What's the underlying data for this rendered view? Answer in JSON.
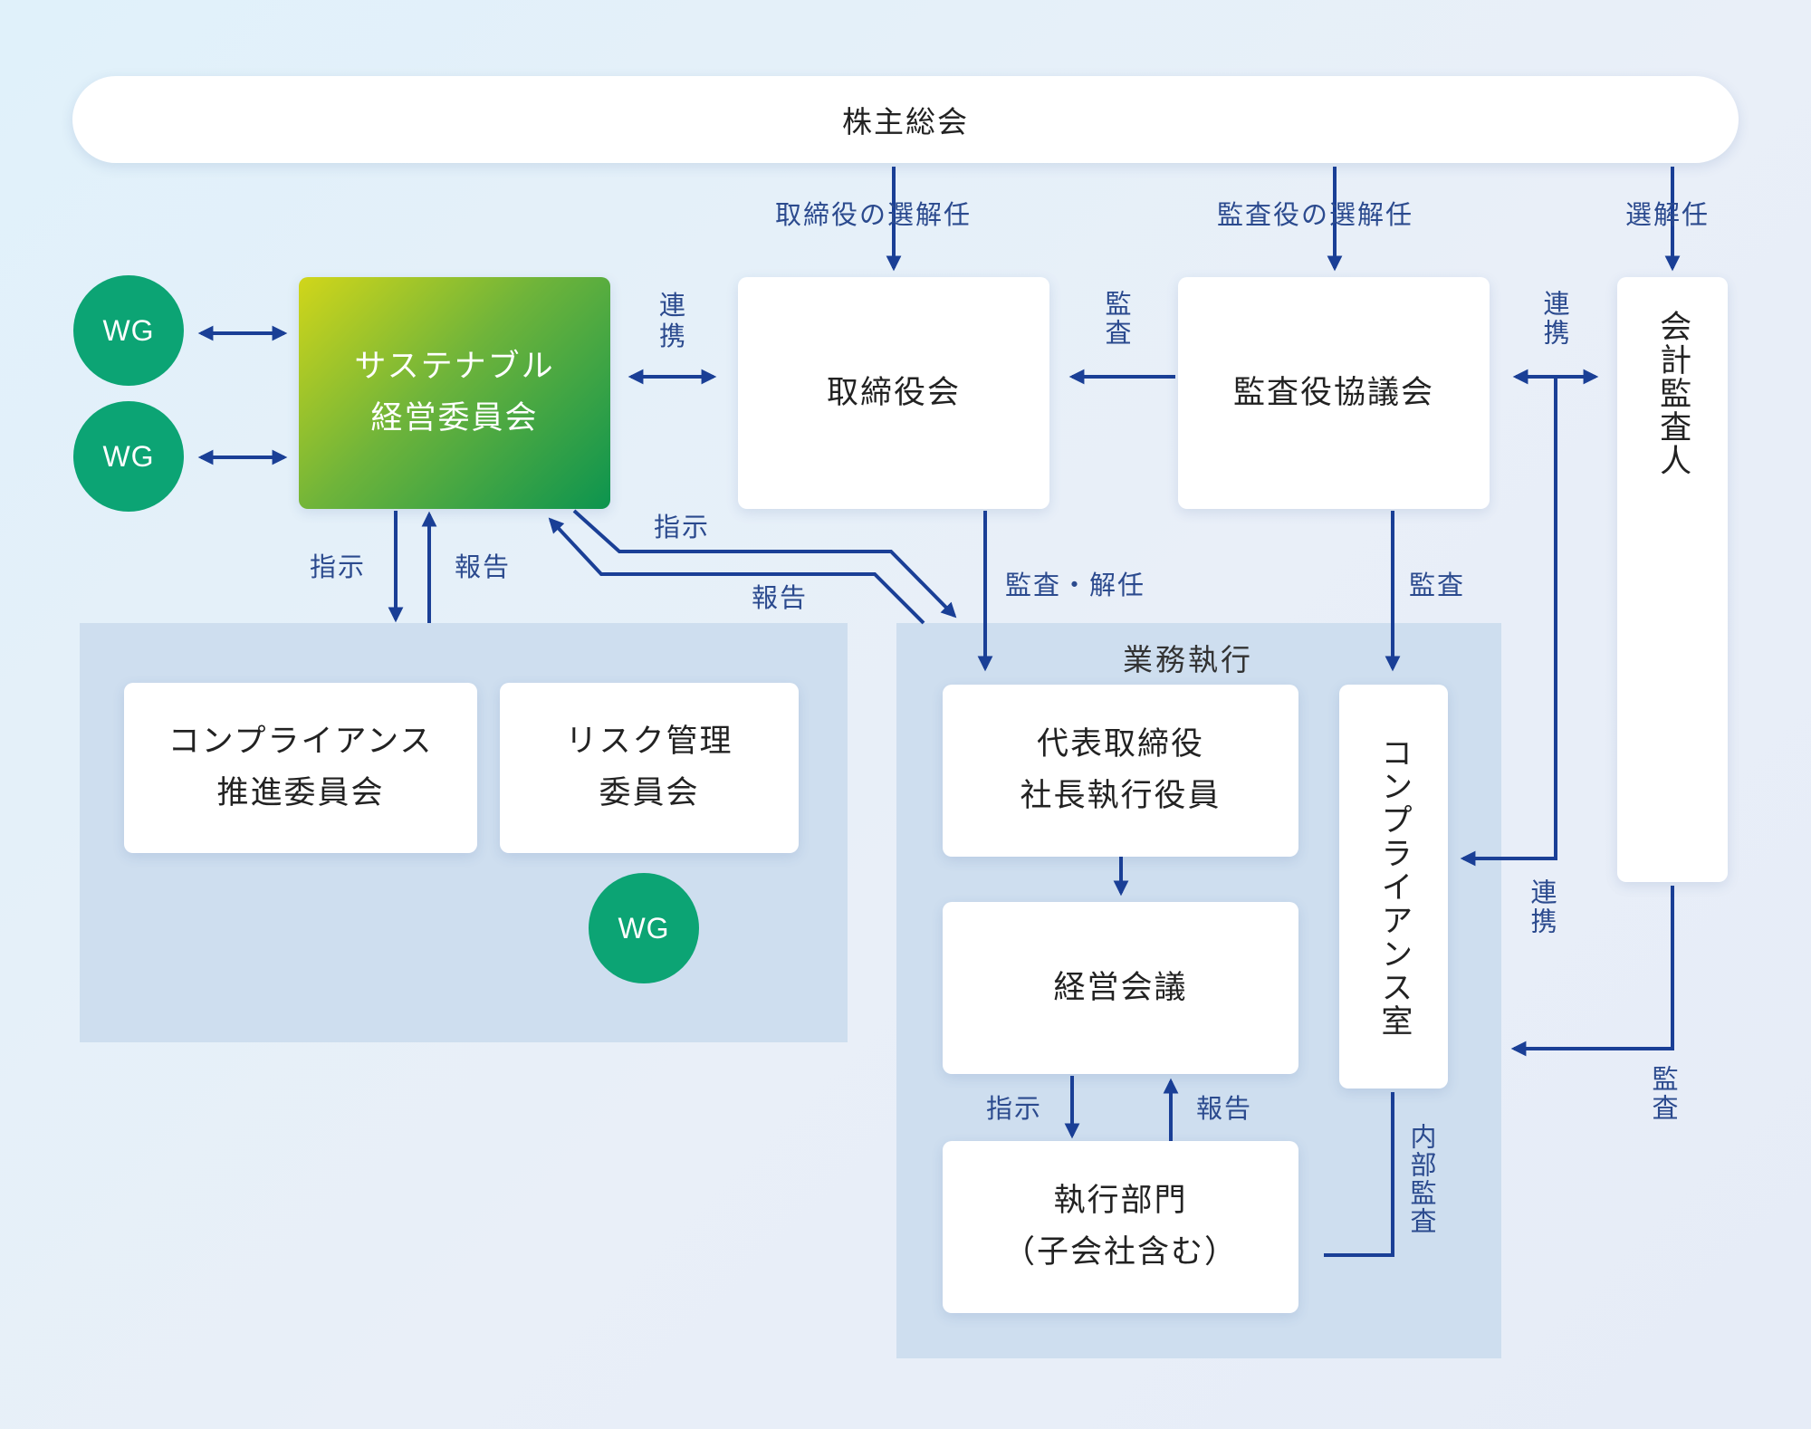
{
  "colors": {
    "accent": "#1a3f96",
    "label": "#2b4a8e",
    "wg": "#0ca474",
    "panel": "#cedeef"
  },
  "shareholders": "株主総会",
  "edge_labels": {
    "director_election": "取締役の選解任",
    "auditor_election": "監査役の選解任",
    "accountant_election": "選解任",
    "link_sustain_board": "連携",
    "audit_board": "監査",
    "link_auditors_accountant": "連携",
    "instruct_committees": "指示",
    "report_committees": "報告",
    "instruct_exec": "指示",
    "report_exec": "報告",
    "audit_dismiss": "監査・解任",
    "audit_compliance": "監査",
    "link_compliance": "連携",
    "audit_exec": "監査",
    "instruct_dept": "指示",
    "report_dept": "報告",
    "internal_audit": "内部監査"
  },
  "nodes": {
    "sustainability": [
      "サステナブル",
      "経営委員会"
    ],
    "board": "取締役会",
    "auditors": "監査役協議会",
    "accountant": "会計監査人",
    "compliance_committee": [
      "コンプライアンス",
      "推進委員会"
    ],
    "risk_committee": [
      "リスク管理",
      "委員会"
    ],
    "ceo": [
      "代表取締役",
      "社長執行役員"
    ],
    "mgmt_meeting": "経営会議",
    "departments": [
      "執行部門",
      "（子会社含む）"
    ],
    "compliance_office": "コンプライアンス室"
  },
  "business_execution": "業務執行",
  "wg": [
    "WG",
    "WG",
    "WG"
  ]
}
